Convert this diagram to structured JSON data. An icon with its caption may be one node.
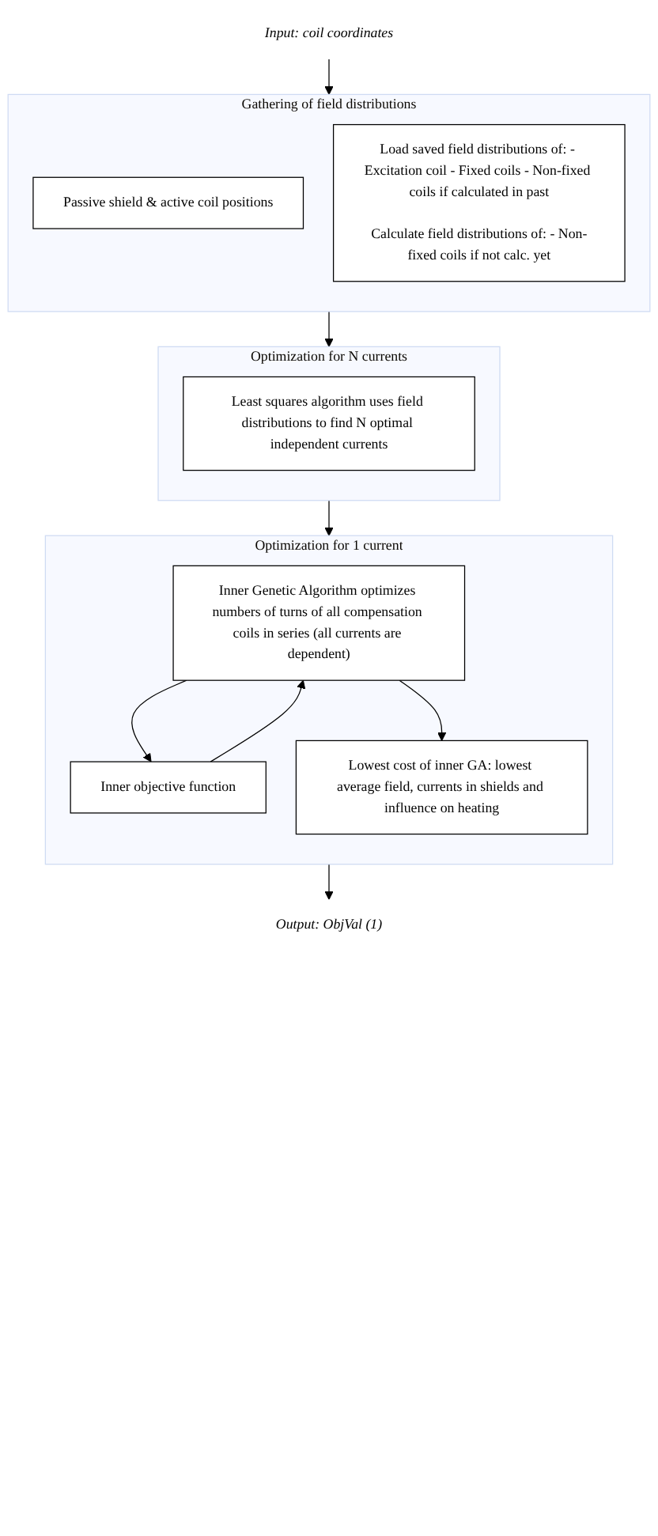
{
  "diagram": {
    "nodes": [
      {
        "text": [
          "Input: coil coordinates"
        ]
      },
      {
        "text": [
          "Gathering of field distributions"
        ]
      },
      {
        "text": [
          "Passive shield & active coil positions"
        ],
        "in": 1
      },
      {
        "text": [
          "Load saved field distributions of: - Excitation coil - Fixed coils - Non-fixed coils if calculated in past",
          "Calculate field distributions of: - Non-fixed coils if not calc. yet"
        ],
        "in": 1
      },
      {
        "text": [
          "Optimization for N currents"
        ]
      },
      {
        "text": [
          "Least squares algorithm uses field distributions to find N optimal independent currents"
        ],
        "in": 4
      },
      {
        "text": [
          "Optimization for 1 current"
        ]
      },
      {
        "text": [
          "Inner Genetic Algorithm optimizes numbers of turns of all compensation coils in series (all currents are dependent)"
        ],
        "in": 6
      },
      {
        "text": [
          "Inner objective function"
        ],
        "in": 6
      },
      {
        "text": [
          "Lowest cost of inner GA: lowest average field, currents in shields and influence on heating"
        ],
        "in": 6
      },
      {
        "text": [
          "Output: ObjVal (1)"
        ]
      }
    ],
    "edges": [
      {
        "from": 0,
        "to": 1,
        "arrow": "to"
      },
      {
        "from": 1,
        "to": 4,
        "arrow": "to"
      },
      {
        "from": 4,
        "to": 6,
        "arrow": "to"
      },
      {
        "from": 7,
        "to": 8,
        "arrow": "to"
      },
      {
        "from": 8,
        "to": 7,
        "arrow": "to"
      },
      {
        "from": 7,
        "to": 9,
        "arrow": "to"
      },
      {
        "from": 6,
        "to": 10,
        "arrow": "to"
      }
    ]
  }
}
